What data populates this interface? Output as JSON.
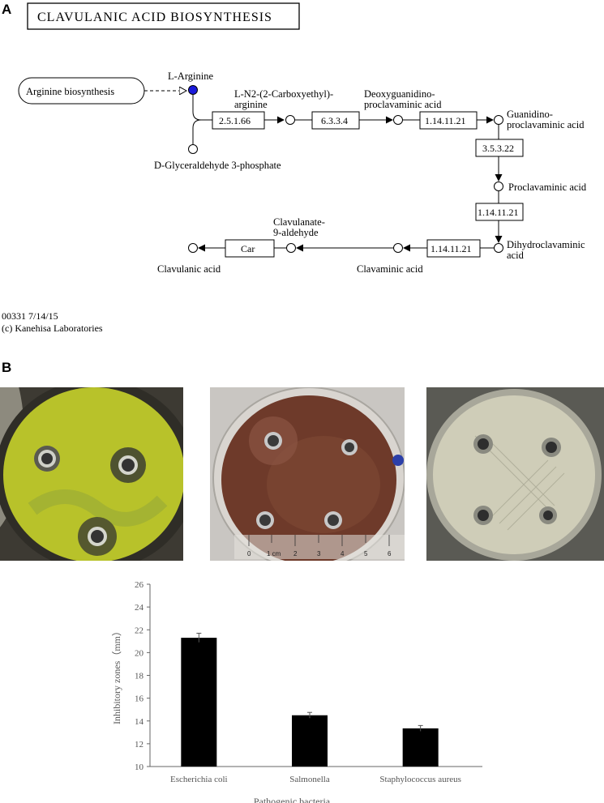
{
  "panels": {
    "a": "A",
    "b": "B"
  },
  "pathway": {
    "title": "CLAVULANIC ACID BIOSYNTHESIS",
    "external_map": "Arginine biosynthesis",
    "compounds": {
      "l_arginine": "L-Arginine",
      "n2_carboxyethyl_line1": "L-N2-(2-Carboxyethyl)-",
      "n2_carboxyethyl_line2": "arginine",
      "g3p": "D-Glyceraldehyde 3-phosphate",
      "deoxyguanidino_line1": "Deoxyguanidino-",
      "deoxyguanidino_line2": "proclavaminic acid",
      "guanidino_line1": "Guanidino-",
      "guanidino_line2": "proclavaminic acid",
      "proclavaminic": "Proclavaminic acid",
      "dihydro_line1": "Dihydroclavaminic",
      "dihydro_line2": "acid",
      "clavaminic": "Clavaminic acid",
      "aldehyde_line1": "Clavulanate-",
      "aldehyde_line2": "9-aldehyde",
      "clavulanic": "Clavulanic acid"
    },
    "enzymes": {
      "e1": "2.5.1.66",
      "e2": "6.3.3.4",
      "e3": "1.14.11.21",
      "e4": "3.5.3.22",
      "e5": "1.14.11.21",
      "e6": "1.14.11.21",
      "e7": "Car"
    },
    "footer_line1": "00331 7/14/15",
    "footer_line2": "(c) Kanehisa Laboratories",
    "colors": {
      "highlight_node": "#1a1adb"
    }
  },
  "photos": {
    "plate1_color": "#b8c22a",
    "plate2_color": "#6e3a2a",
    "plate3_color": "#cfcdb8",
    "ruler_labels": [
      "0",
      "1 cm",
      "2",
      "3",
      "4",
      "5",
      "6"
    ]
  },
  "chart_data": {
    "type": "bar",
    "categories": [
      "Escherichia coli",
      "Salmonella",
      "Staphylococcus aureus"
    ],
    "values": [
      21.3,
      14.5,
      13.35
    ],
    "errors": [
      0.4,
      0.25,
      0.25
    ],
    "xlabel": "Pathogenic bacteria",
    "ylabel": "Inhibitory zones（mm）",
    "ylim": [
      10,
      26
    ],
    "yticks": [
      10,
      12,
      14,
      16,
      18,
      20,
      22,
      24,
      26
    ],
    "bar_color": "#000000",
    "grid": false
  }
}
